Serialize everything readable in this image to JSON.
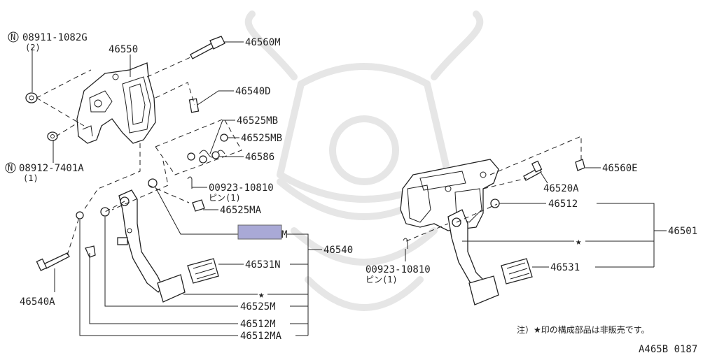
{
  "diagram_id": "A465B 0187",
  "note": "注）★印の構成部品は非販売です。",
  "star": "★",
  "highlight_color": "#a9a9d6",
  "callouts": {
    "p08911_no": "08911-1082G",
    "p08911_qty": "(2)",
    "p08912_no": "08912-7401A",
    "p08912_qty": "(1)",
    "p46550": "46550",
    "p46560M": "46560M",
    "p46540D": "46540D",
    "p46525MB_a": "46525MB",
    "p46525MB_b": "46525MB",
    "p46586": "46586",
    "p00923a_no": "00923-10810",
    "p00923a_qty": "ピン(1)",
    "p46525MA": "46525MA",
    "p46540_hl_suffix": "M",
    "p46540": "46540",
    "p46531N": "46531N",
    "p46540A": "46540A",
    "p46525M": "46525M",
    "p46512M": "46512M",
    "p46512MA": "46512MA",
    "p46560E": "46560E",
    "p46520A": "46520A",
    "p46512": "46512",
    "p46501": "46501",
    "p00923b_no": "00923-10810",
    "p00923b_qty": "ピン(1)",
    "p46531": "46531"
  }
}
